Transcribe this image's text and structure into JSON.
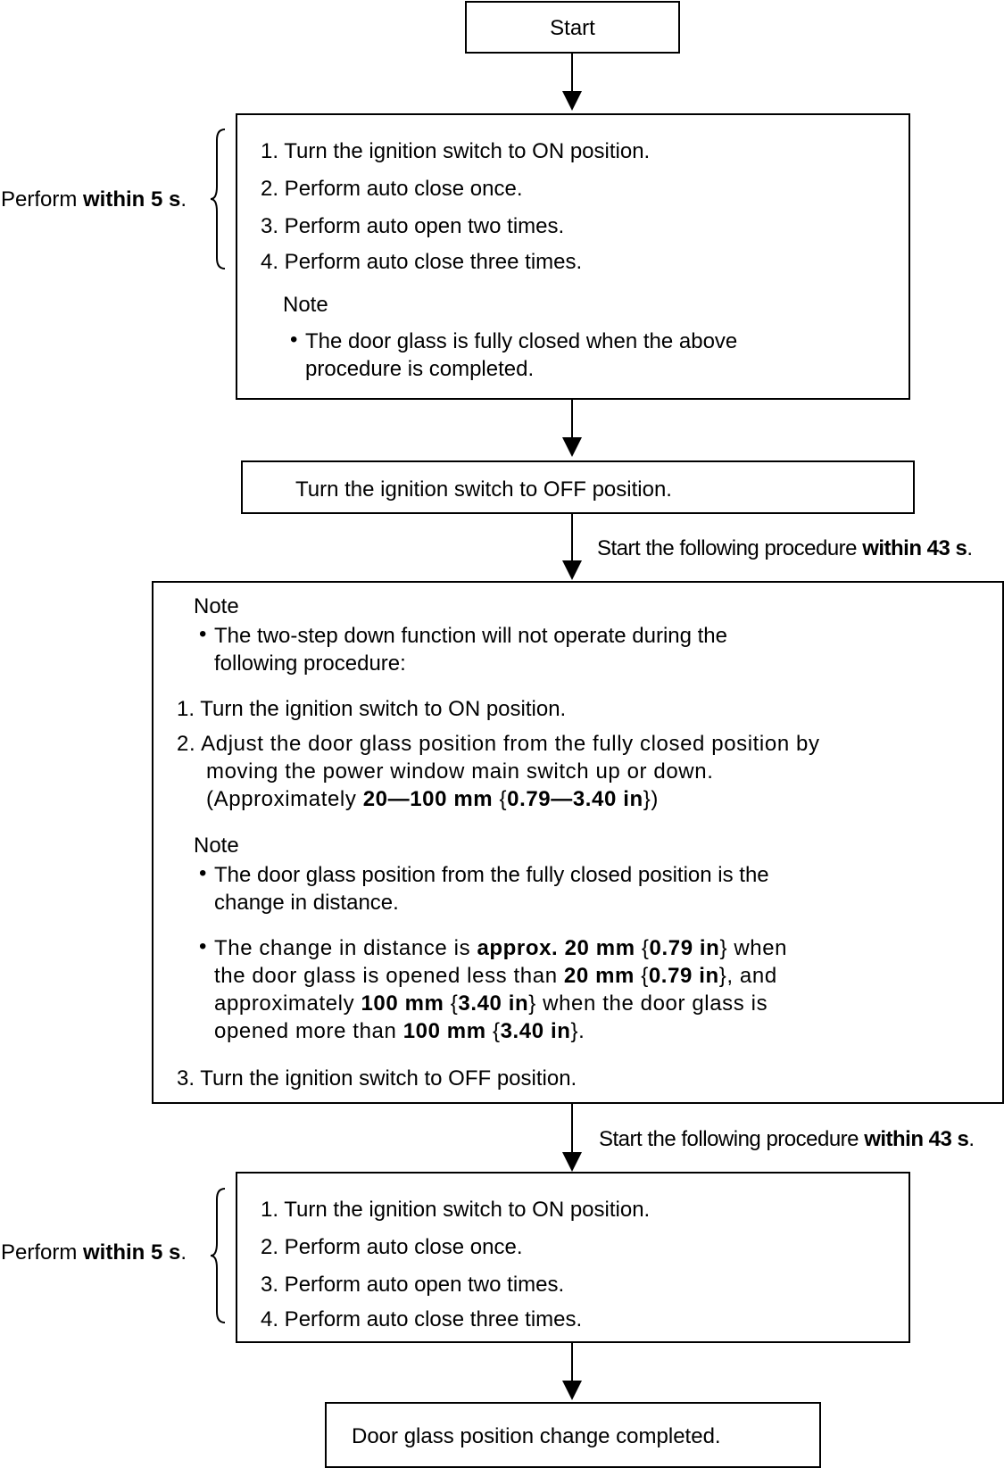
{
  "start": "Start",
  "block1": {
    "side_label_pre": "Perform ",
    "side_label_bold": "within 5 s",
    "side_label_post": ".",
    "steps": [
      "1.  Turn the ignition switch to ON position.",
      "2.  Perform auto close once.",
      "3.  Perform auto open two times.",
      "4.  Perform auto close three times."
    ],
    "note_title": "Note",
    "note_bullet": "•",
    "note_line1": "The door glass is fully closed when the above",
    "note_line2": "procedure is completed."
  },
  "off_step": "Turn the ignition switch to OFF position.",
  "arrow_label_1": {
    "pre": "Start the following procedure ",
    "bold": "within 43 s",
    "post": "."
  },
  "block2": {
    "note1_title": "Note",
    "note1_line1": "The two-step down function will not operate during the",
    "note1_line2": "following procedure:",
    "step1": "1.  Turn the ignition switch to ON position.",
    "step2_line1": "2.  Adjust the door glass position from the fully closed position by",
    "step2_line2": "moving the power window main switch up or down.",
    "step2_line3_pre": "(Approximately ",
    "step2_line3_b1": "20—100 mm",
    "step2_line3_mid": " {",
    "step2_line3_b2": "0.79—3.40 in",
    "step2_line3_post": "})",
    "note2_title": "Note",
    "note2_b1_line1": "The door glass position from the fully closed position is the",
    "note2_b1_line2": "change in distance.",
    "note2_b2_l1_pre": "The change in distance is ",
    "note2_b2_l1_b1": "approx. 20 mm",
    "note2_b2_l1_mid": " {",
    "note2_b2_l1_b2": "0.79 in",
    "note2_b2_l1_post": "} when",
    "note2_b2_l2_pre": "the door glass is opened less than ",
    "note2_b2_l2_b1": "20 mm",
    "note2_b2_l2_mid": " {",
    "note2_b2_l2_b2": "0.79 in",
    "note2_b2_l2_post": "}, and",
    "note2_b2_l3_pre": "approximately ",
    "note2_b2_l3_b1": "100 mm",
    "note2_b2_l3_mid": " {",
    "note2_b2_l3_b2": "3.40 in",
    "note2_b2_l3_post": "} when the door glass is",
    "note2_b2_l4_pre": "opened more than ",
    "note2_b2_l4_b1": "100 mm",
    "note2_b2_l4_mid": " {",
    "note2_b2_l4_b2": "3.40 in",
    "note2_b2_l4_post": "}.",
    "step3": "3.  Turn the ignition switch to OFF position."
  },
  "arrow_label_2": {
    "pre": "Start the following procedure ",
    "bold": "within 43 s",
    "post": "."
  },
  "block3": {
    "side_label_pre": "Perform ",
    "side_label_bold": "within 5 s",
    "side_label_post": ".",
    "steps": [
      "1.  Turn the ignition switch to ON position.",
      "2.  Perform auto close once.",
      "3.  Perform auto open two times.",
      "4.  Perform auto close three times."
    ]
  },
  "end": "Door glass position change completed."
}
